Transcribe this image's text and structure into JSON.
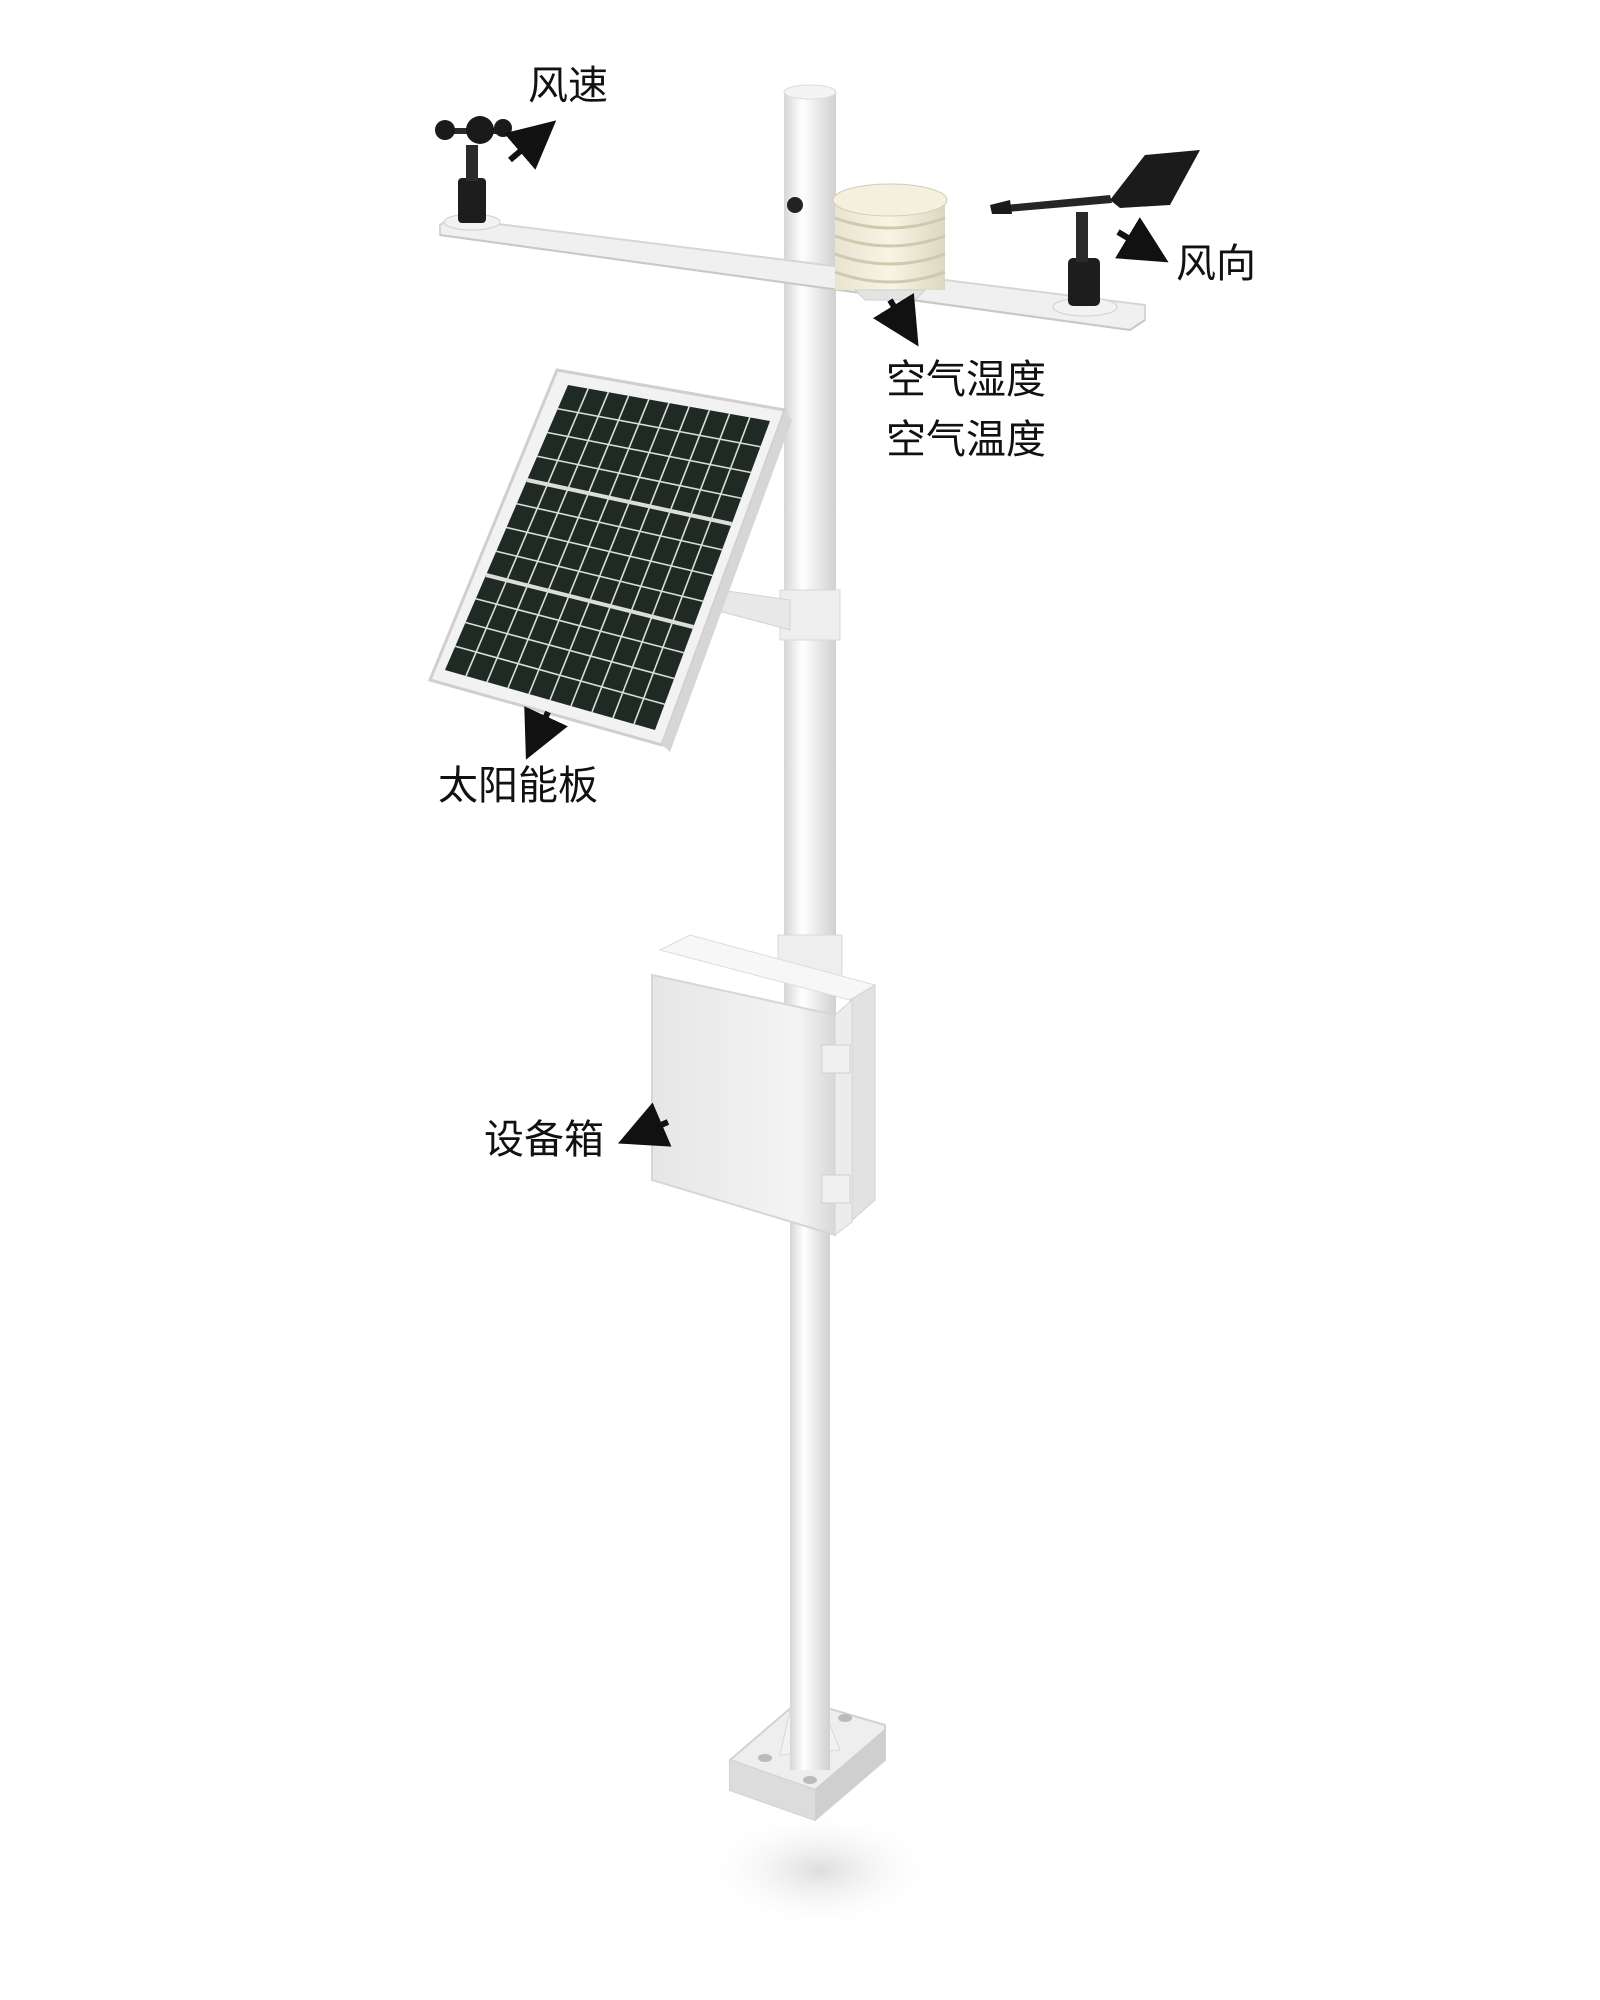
{
  "labels": {
    "wind_speed": "风速",
    "wind_direction": "风向",
    "air_humidity": "空气湿度",
    "air_temperature": "空气温度",
    "solar_panel": "太阳能板",
    "equipment_box": "设备箱"
  }
}
